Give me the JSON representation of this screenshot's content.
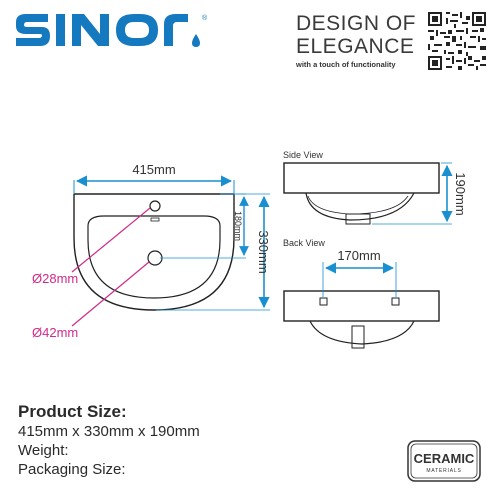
{
  "brand": {
    "name": "SINOR",
    "registered": "®"
  },
  "tagline": {
    "line1": "DESIGN OF",
    "line2": "ELEGANCE",
    "sub": "with a touch of functionality"
  },
  "views": {
    "side_label": "Side View",
    "back_label": "Back View"
  },
  "dimensions": {
    "width": "415mm",
    "depth": "330mm",
    "inner": "180mm",
    "height": "190mm",
    "hole_spacing": "170mm",
    "tap_hole": "Ø28mm",
    "drain_hole": "Ø42mm"
  },
  "colors": {
    "dimension_line": "#1a8fd0",
    "callout": "#d12a8a",
    "outline": "#222222"
  },
  "product": {
    "size_title": "Product Size:",
    "size_value": "415mm x 330mm x 190mm",
    "weight_label": "Weight:",
    "packaging_label": "Packaging Size:"
  },
  "badge": {
    "title": "CERAMIC",
    "subtitle": "MATERIALS"
  }
}
